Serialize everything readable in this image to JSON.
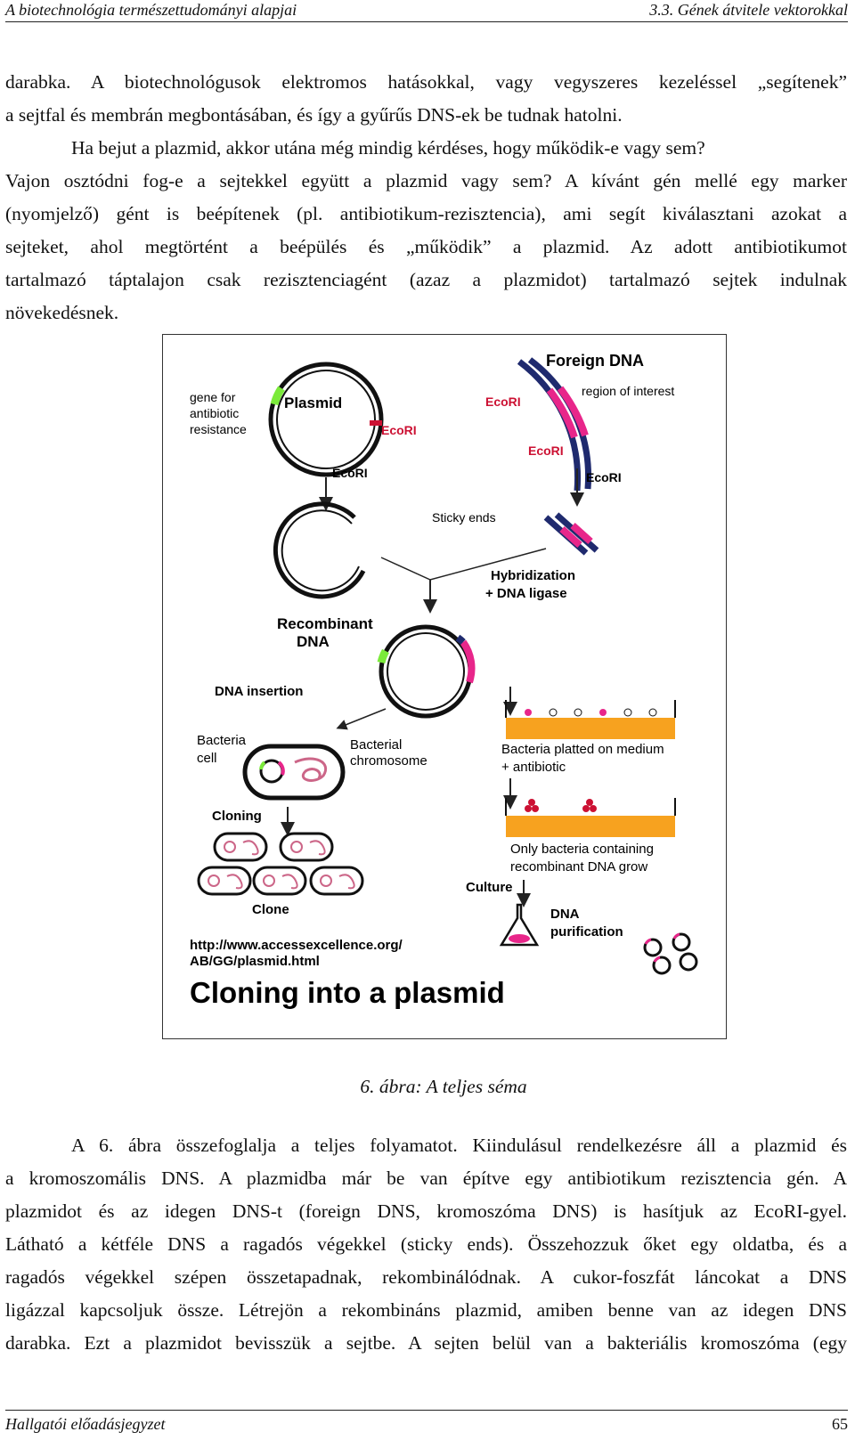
{
  "header": {
    "left": "A biotechnológia természettudományi alapjai",
    "right": "3.3. Gének átvitele vektorokkal"
  },
  "para1": [
    "darabka. A biotechnológusok elektromos hatásokkal, vagy vegyszeres kezeléssel „segítenek”",
    "a sejtfal és membrán megbontásában, és így a gyűrűs DNS-ek be tudnak hatolni."
  ],
  "para2": [
    "Ha bejut a plazmid, akkor utána még mindig kérdéses, hogy működik-e vagy sem?",
    "Vajon osztódni fog-e a sejtekkel együtt a plazmid vagy sem? A kívánt gén mellé egy marker",
    "(nyomjelző) gént is beépítenek (pl. antibiotikum-rezisztencia), ami segít kiválasztani azokat a",
    "sejteket, ahol megtörtént a beépülés és „működik” a plazmid. Az adott antibiotikumot",
    "tartalmazó táptalajon csak rezisztenciagént (azaz a plazmidot) tartalmazó sejtek indulnak",
    "növekedésnek."
  ],
  "figure": {
    "labels": {
      "gene_for": "gene for",
      "antibiotic": "antibiotic",
      "resistance": "resistance",
      "plasmid": "Plasmid",
      "ecori": "EcoRI",
      "foreign_dna": "Foreign DNA",
      "region_of_interest": "region of interest",
      "sticky_ends": "Sticky ends",
      "hybridization": "Hybridization",
      "dna_ligase": "+ DNA ligase",
      "recombinant": "Recombinant",
      "dna": "DNA",
      "dna_insertion": "DNA insertion",
      "bacteria": "Bacteria",
      "cell": "cell",
      "bacterial": "Bacterial",
      "chromosome": "chromosome",
      "bacteria_platted": "Bacteria platted on medium",
      "plus_antibiotic": "+ antibiotic",
      "cloning": "Cloning",
      "only_bacteria": "Only bacteria containing",
      "recombinant_dna_grow": "recombinant DNA grow",
      "culture": "Culture",
      "clone": "Clone",
      "dna_purif_1": "DNA",
      "dna_purif_2": "purification",
      "url_1": "http://www.accessexcellence.org/",
      "url_2": "AB/GG/plasmid.html",
      "big_title": "Cloning into a plasmid"
    },
    "colors": {
      "magenta": "#e8268a",
      "navy": "#1f2a6e",
      "green": "#7bea3a",
      "red": "#cc1133",
      "orange": "#f7a21f"
    }
  },
  "caption": "6.   ábra: A teljes séma",
  "para3": [
    "A 6. ábra összefoglalja a teljes folyamatot. Kiindulásul rendelkezésre áll a plazmid és",
    "a kromoszomális DNS. A plazmidba már be van építve egy antibiotikum rezisztencia gén. A",
    "plazmidot és az idegen DNS-t (foreign DNS, kromoszóma DNS) is hasítjuk az EcoRI-gyel.",
    "Látható a kétféle DNS a ragadós végekkel (sticky ends).  Összehozzuk őket egy oldatba, és a",
    "ragadós végekkel szépen összetapadnak, rekombinálódnak. A cukor-foszfát láncokat a DNS",
    "ligázzal kapcsoljuk össze. Létrejön a rekombináns plazmid, amiben benne van az idegen DNS",
    "darabka. Ezt a plazmidot bevisszük a sejtbe. A sejten belül van a bakteriális kromoszóma (egy"
  ],
  "footer": {
    "left": "Hallgatói előadásjegyzet",
    "right": "65"
  }
}
